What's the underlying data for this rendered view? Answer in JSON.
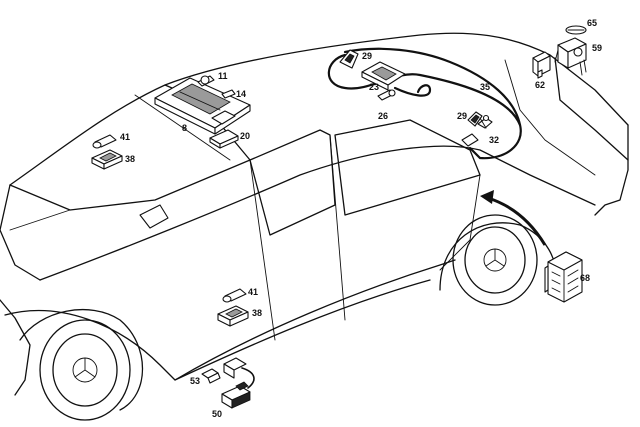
{
  "part_labels": [
    {
      "id": "p11",
      "text": "11"
    },
    {
      "id": "p14",
      "text": "14"
    },
    {
      "id": "p8",
      "text": "8"
    },
    {
      "id": "p20",
      "text": "20"
    },
    {
      "id": "p41a",
      "text": "41"
    },
    {
      "id": "p38a",
      "text": "38"
    },
    {
      "id": "p29a",
      "text": "29"
    },
    {
      "id": "p23",
      "text": "23"
    },
    {
      "id": "p26",
      "text": "26"
    },
    {
      "id": "p35",
      "text": "35"
    },
    {
      "id": "p29b",
      "text": "29"
    },
    {
      "id": "p32",
      "text": "32"
    },
    {
      "id": "p65",
      "text": "65"
    },
    {
      "id": "p59",
      "text": "59"
    },
    {
      "id": "p62",
      "text": "62"
    },
    {
      "id": "p68",
      "text": "68"
    },
    {
      "id": "p41b",
      "text": "41"
    },
    {
      "id": "p38b",
      "text": "38"
    },
    {
      "id": "p53",
      "text": "53"
    },
    {
      "id": "p50",
      "text": "50"
    }
  ]
}
